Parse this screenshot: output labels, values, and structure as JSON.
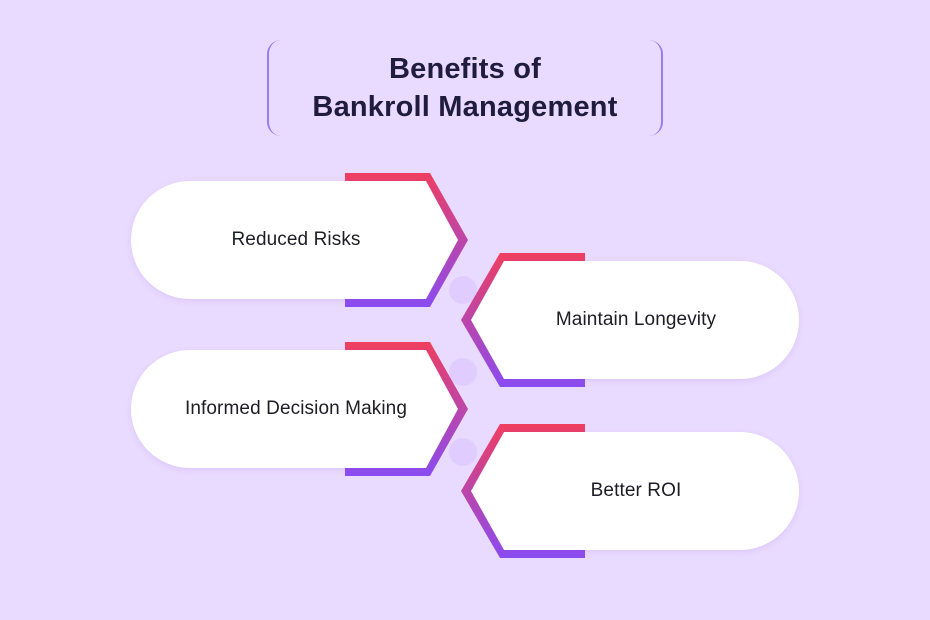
{
  "title": {
    "line1": "Benefits of",
    "line2": "Bankroll Management"
  },
  "colors": {
    "background": "#e9daff",
    "card": "#ffffff",
    "gradient_top": "#ef3f5f",
    "gradient_bottom": "#8a4cf2",
    "title_text": "#1f1c3d"
  },
  "benefits": [
    {
      "label": "Reduced Risks"
    },
    {
      "label": "Maintain Longevity"
    },
    {
      "label": "Informed Decision Making"
    },
    {
      "label": "Better ROI"
    }
  ]
}
